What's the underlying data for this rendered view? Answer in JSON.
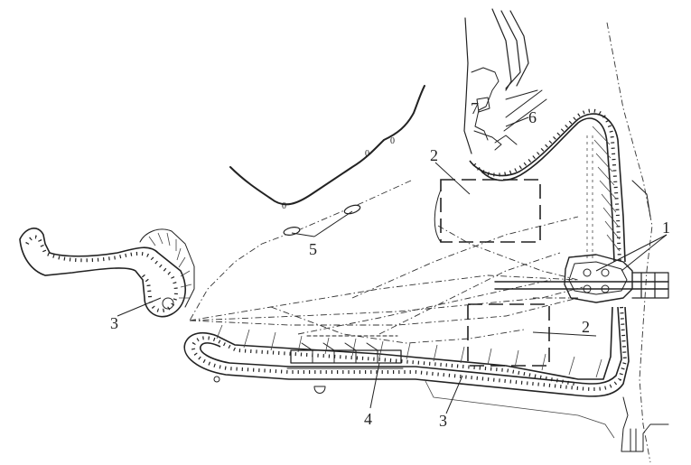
{
  "labels": {
    "l1": "1",
    "l2a": "2",
    "l2b": "2",
    "l3a": "3",
    "l3b": "3",
    "l4": "4",
    "l5": "5",
    "l6": "6",
    "l7": "7"
  },
  "contour_labels": {
    "c1": "0",
    "c2": "0",
    "c3": "0"
  }
}
